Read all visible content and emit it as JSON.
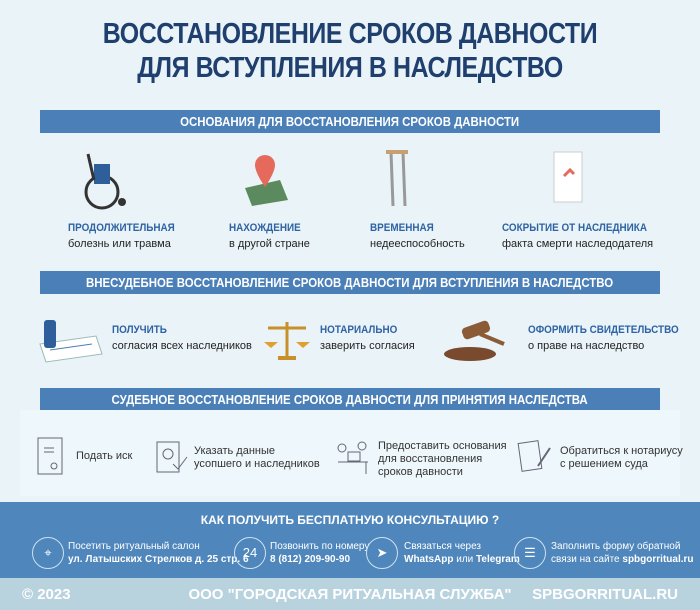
{
  "title": {
    "line1": "ВОССТАНОВЛЕНИЕ СРОКОВ ДАВНОСТИ",
    "line2": "ДЛЯ ВСТУПЛЕНИЯ В НАСЛЕДСТВО"
  },
  "section1": {
    "heading": "ОСНОВАНИЯ ДЛЯ ВОССТАНОВЛЕНИЯ СРОКОВ ДАВНОСТИ",
    "items": [
      {
        "icon": "wheelchair-icon",
        "label": "ПРОДОЛЖИТЕЛЬНАЯ",
        "sub": "болезнь или травма"
      },
      {
        "icon": "map-pin-icon",
        "label": "НАХОЖДЕНИЕ",
        "sub": "в другой стране"
      },
      {
        "icon": "crutches-icon",
        "label": "ВРЕМЕННАЯ",
        "sub": "недееспособность"
      },
      {
        "icon": "screen-icon",
        "label": "СОКРЫТИЕ ОТ НАСЛЕДНИКА",
        "sub": "факта смерти наследодателя"
      }
    ]
  },
  "section2": {
    "heading": "ВНЕСУДЕБНОЕ ВОССТАНОВЛЕНИЕ СРОКОВ ДАВНОСТИ ДЛЯ ВСТУПЛЕНИЯ В НАСЛЕДСТВО",
    "items": [
      {
        "icon": "document-pen-icon",
        "label": "ПОЛУЧИТЬ",
        "sub": "согласия всех наследников"
      },
      {
        "icon": "scales-icon",
        "label": "НОТАРИАЛЬНО",
        "sub": "заверить согласия"
      },
      {
        "icon": "gavel-icon",
        "label": "ОФОРМИТЬ СВИДЕТЕЛЬСТВО",
        "sub": "о праве на наследство"
      }
    ]
  },
  "section3": {
    "heading": "СУДЕБНОЕ ВОССТАНОВЛЕНИЕ СРОКОВ ДАВНОСТИ ДЛЯ ПРИНЯТИЯ НАСЛЕДСТВА",
    "items": [
      {
        "icon": "certificate-icon",
        "lines": [
          "Подать иск"
        ]
      },
      {
        "icon": "passport-check-icon",
        "lines": [
          "Указать данные",
          "усопшего и наследников"
        ]
      },
      {
        "icon": "meeting-icon",
        "lines": [
          "Предоставить основания",
          "для восстановления",
          "сроков давности"
        ]
      },
      {
        "icon": "clipboard-pen-icon",
        "lines": [
          "Обратиться к нотариусу",
          "с решением суда"
        ]
      }
    ]
  },
  "contact": {
    "heading": "КАК ПОЛУЧИТЬ БЕСПЛАТНУЮ КОНСУЛЬТАЦИЮ ?",
    "items": [
      {
        "icon": "location-icon",
        "line1": "Посетить ритуальный салон",
        "line2": "ул. Латышских Стрелков д. 25 стр. 6"
      },
      {
        "icon": "phone-24-icon",
        "glyph": "24",
        "line1": "Позвонить по номеру",
        "line2": "8 (812) 209-90-90"
      },
      {
        "icon": "telegram-icon",
        "line1": "Связаться через",
        "line2a": "WhatsApp",
        "line2b": " или ",
        "line2c": "Telegram"
      },
      {
        "icon": "chat-icon",
        "line1": "Заполнить форму обратной",
        "line2a": "связи на сайте ",
        "line2c": "spbgorritual.ru"
      }
    ]
  },
  "footer": {
    "copyright": "© 2023",
    "company": "ООО \"ГОРОДСКАЯ РИТУАЛЬНАЯ СЛУЖБА\"",
    "site": "SPBGORRITUAL.RU"
  },
  "colors": {
    "bar": "#4a7fb8",
    "title": "#1f3f6e",
    "label": "#2e63a4",
    "band": "#4f86bb",
    "footer": "#b9d3de"
  }
}
